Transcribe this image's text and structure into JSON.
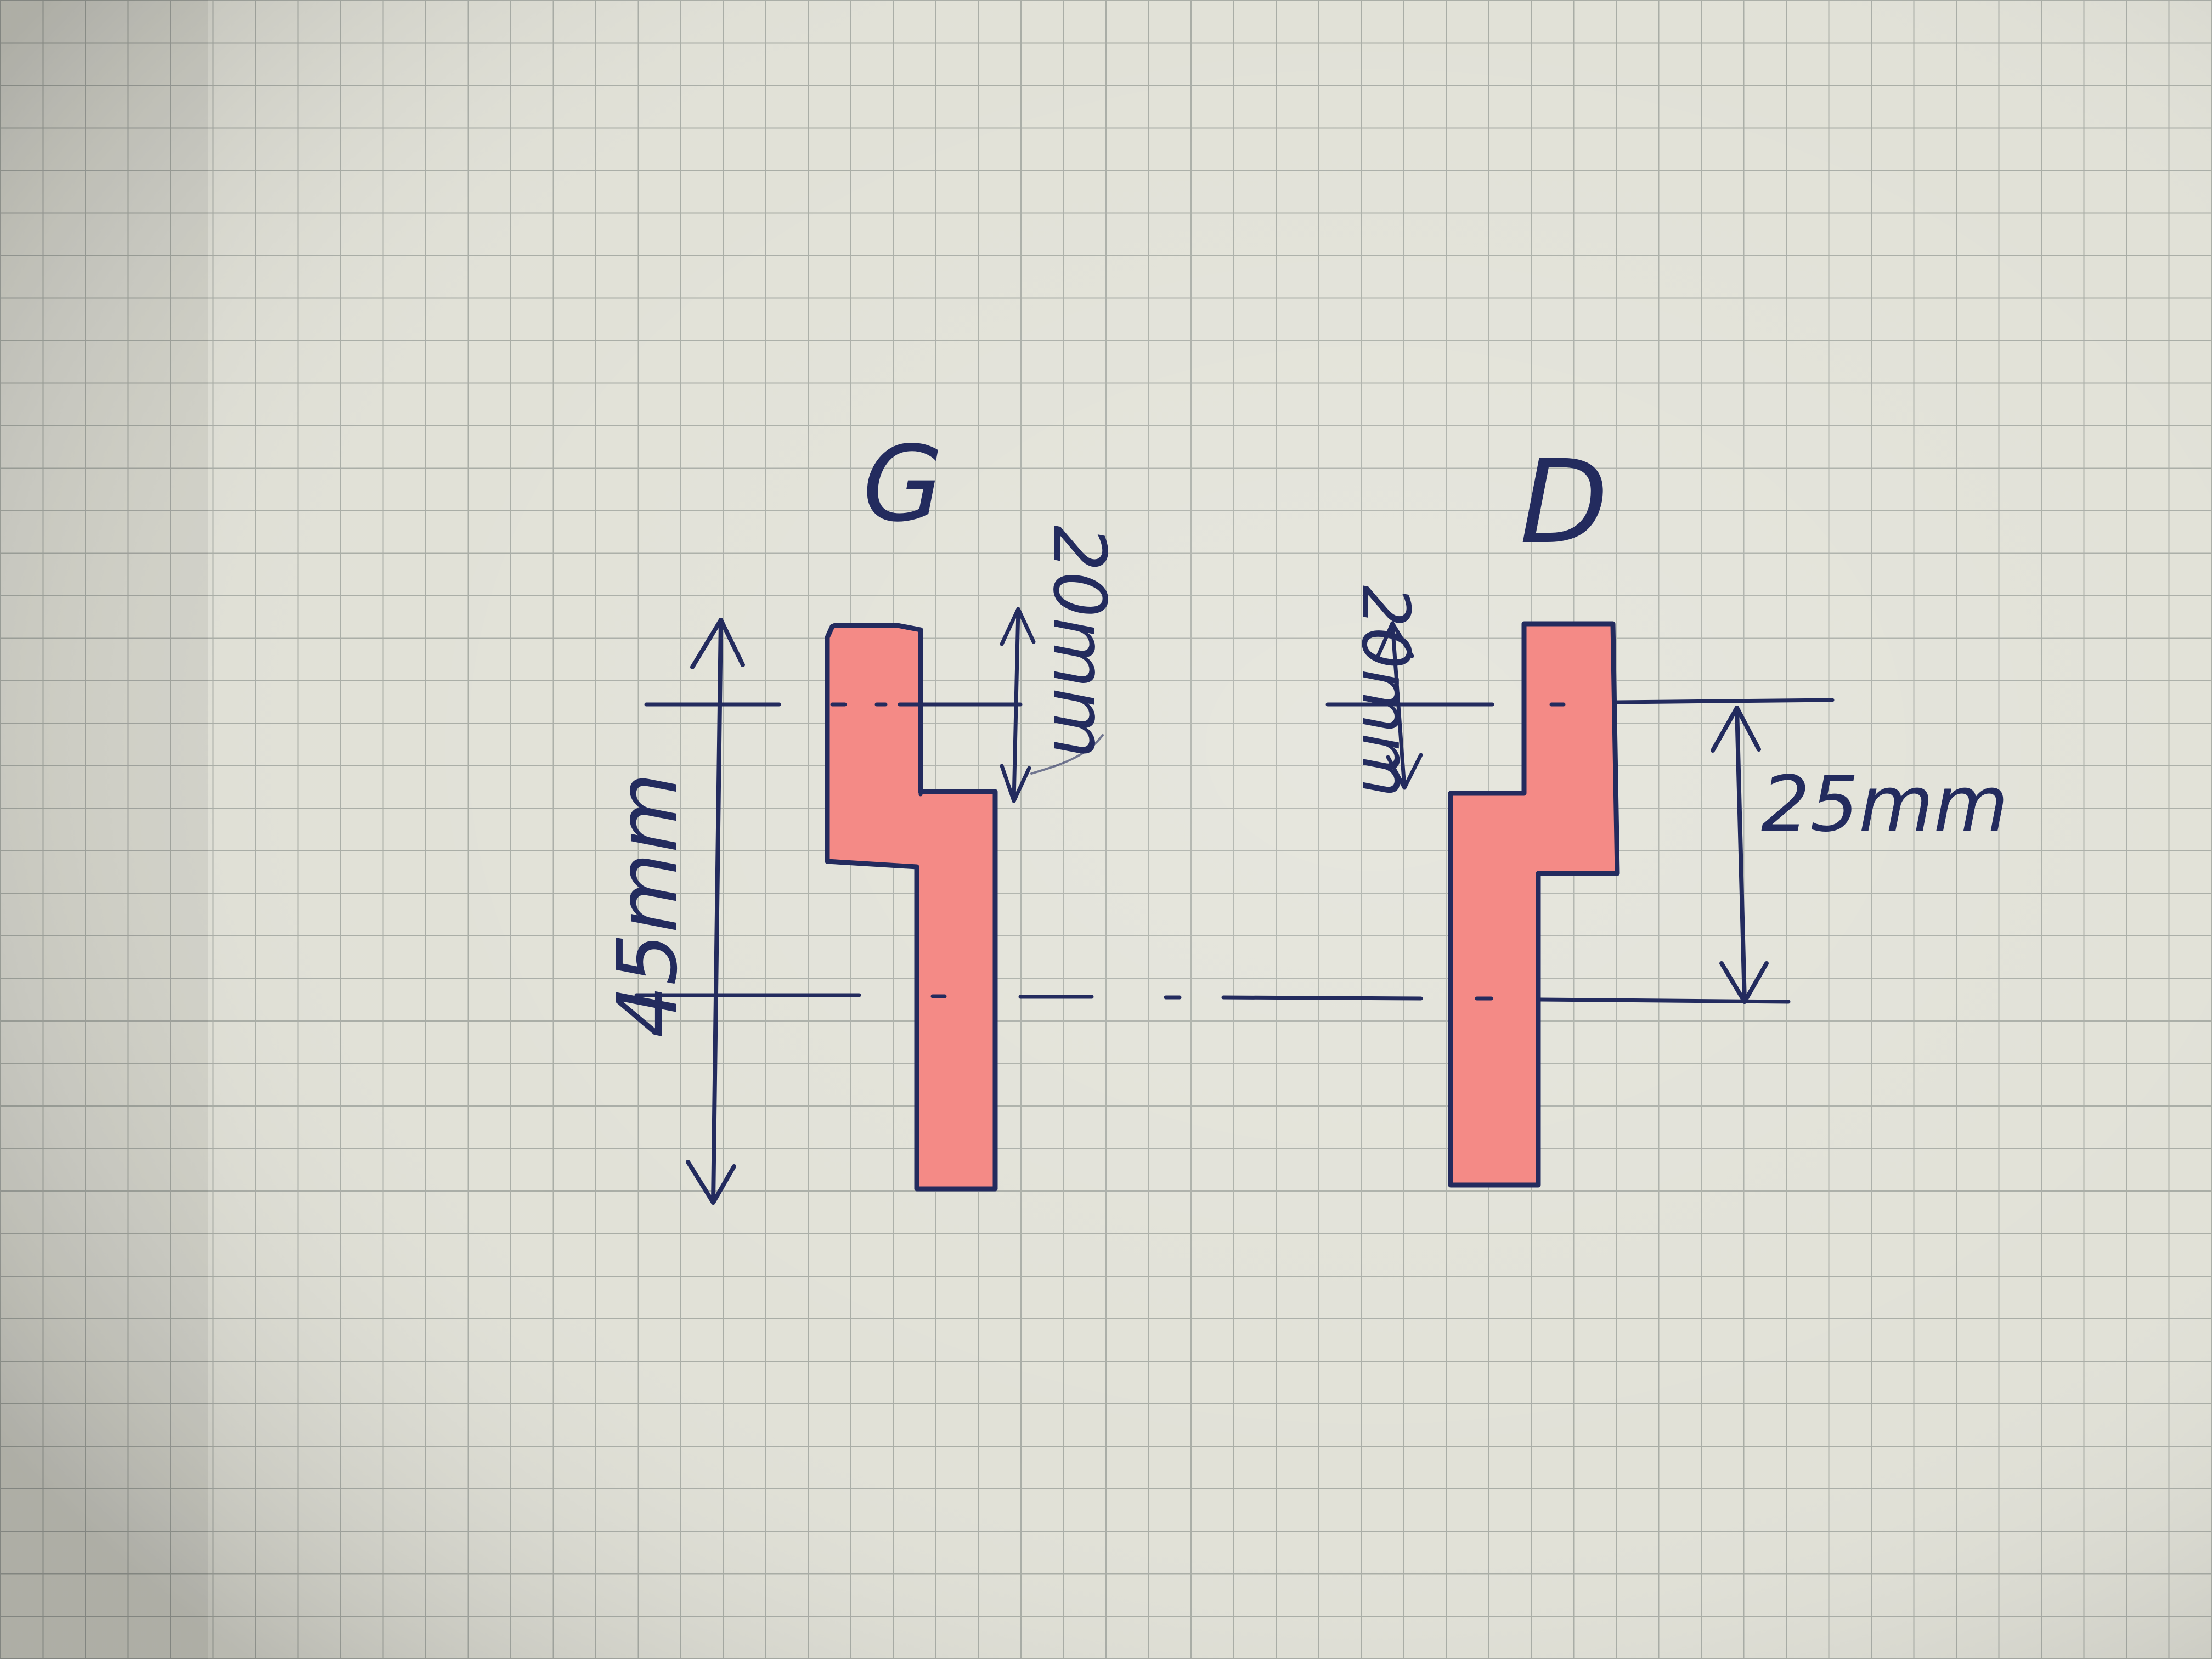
{
  "colors": {
    "paper": "#e1e1d7",
    "grid": "#a9ada6",
    "ink": "#232b5e",
    "highlight": "#f48a86"
  },
  "labels": {
    "left_part": "G",
    "right_part": "D",
    "left_overall_height": "45mm",
    "left_step": "20mm",
    "right_step": "20mm",
    "right_offset": "25mm"
  }
}
